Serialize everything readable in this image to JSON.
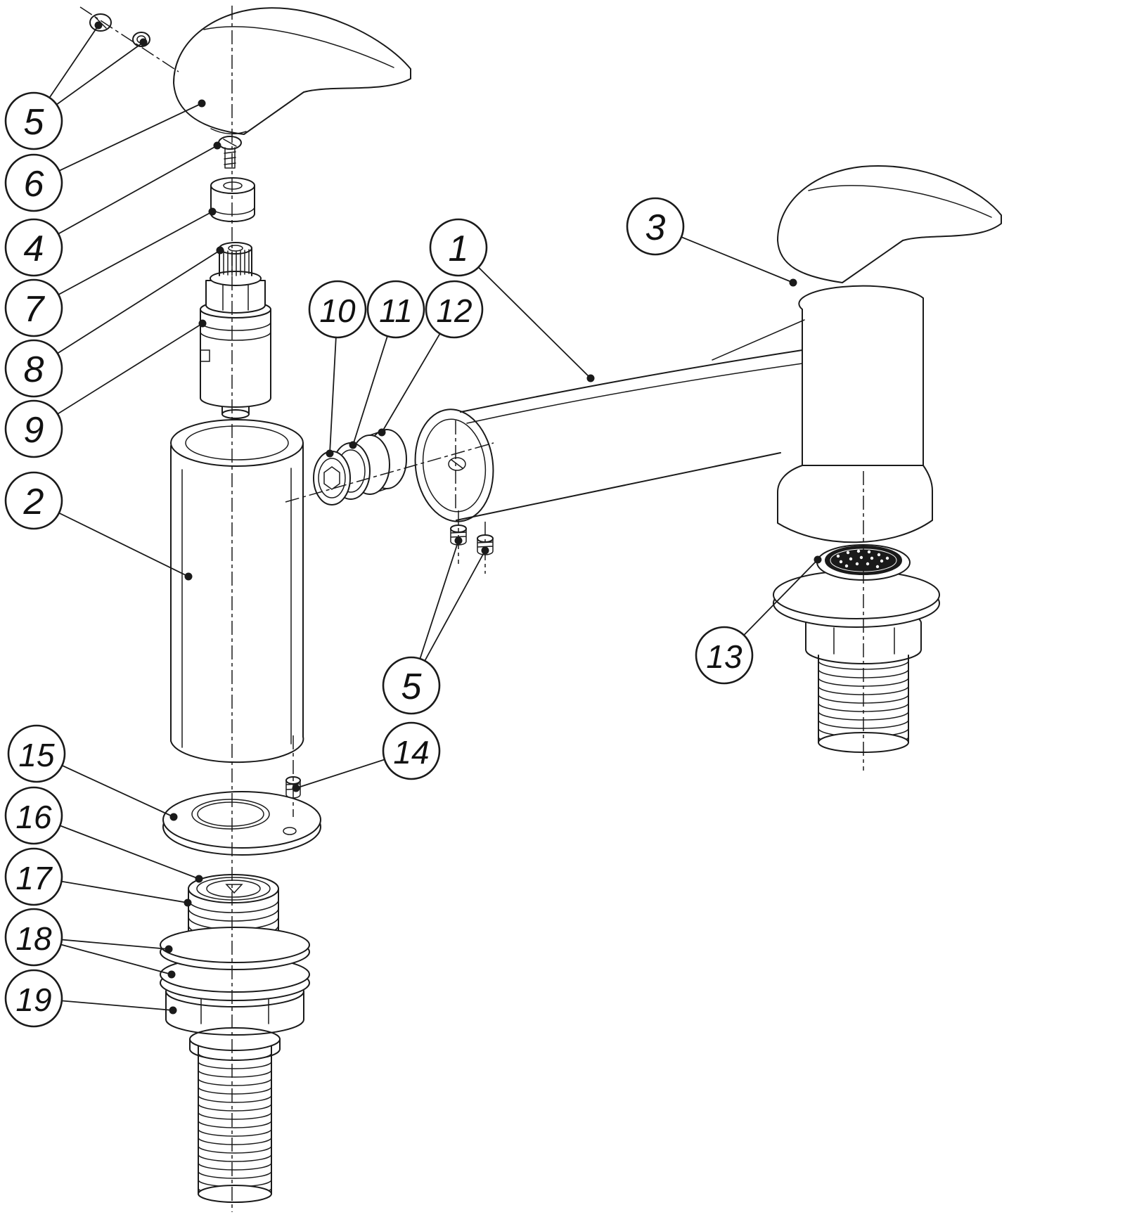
{
  "diagram": {
    "background_color": "#ffffff",
    "line_color": "#1a1a1a"
  },
  "callouts": [
    {
      "label": "5"
    },
    {
      "label": "6"
    },
    {
      "label": "4"
    },
    {
      "label": "7"
    },
    {
      "label": "8"
    },
    {
      "label": "9"
    },
    {
      "label": "2"
    },
    {
      "label": "15"
    },
    {
      "label": "16"
    },
    {
      "label": "17"
    },
    {
      "label": "18"
    },
    {
      "label": "19"
    },
    {
      "label": "1"
    },
    {
      "label": "10"
    },
    {
      "label": "11"
    },
    {
      "label": "12"
    },
    {
      "label": "3"
    },
    {
      "label": "5"
    },
    {
      "label": "14"
    },
    {
      "label": "13"
    }
  ]
}
